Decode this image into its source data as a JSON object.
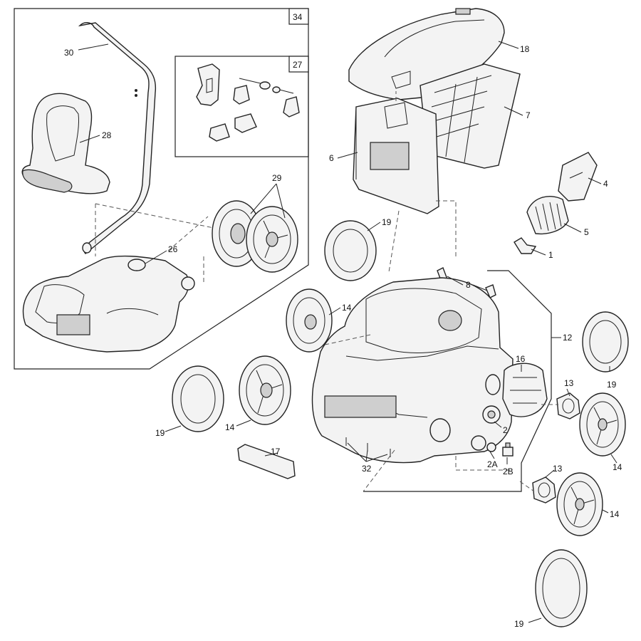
{
  "callouts": {
    "c34": "34",
    "c27": "27",
    "c30": "30",
    "c28": "28",
    "c29": "29",
    "c26": "26",
    "c18": "18",
    "c7": "7",
    "c6": "6",
    "c4": "4",
    "c5": "5",
    "c1": "1",
    "c19a": "19",
    "c8": "8",
    "c14a": "14",
    "c12": "12",
    "c19b": "19",
    "c16": "16",
    "c13a": "13",
    "c19c": "19",
    "c14b": "14",
    "c2": "2",
    "c2A": "2A",
    "c2B": "2B",
    "c14c": "14",
    "c17": "17",
    "c32": "32",
    "c13b": "13",
    "c14d": "14",
    "c19d": "19"
  }
}
